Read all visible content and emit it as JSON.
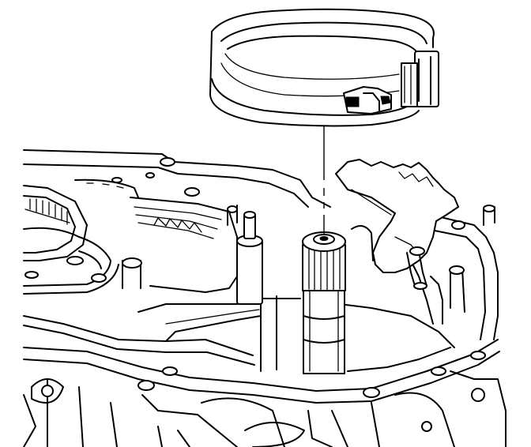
{
  "figure": {
    "background": "#ffffff",
    "ink": "#000000",
    "parts": [
      "brake-band",
      "transmission-case",
      "servo-pin",
      "planetary-gear-assembly",
      "band-anchor-bracket",
      "anchor-pin"
    ]
  }
}
